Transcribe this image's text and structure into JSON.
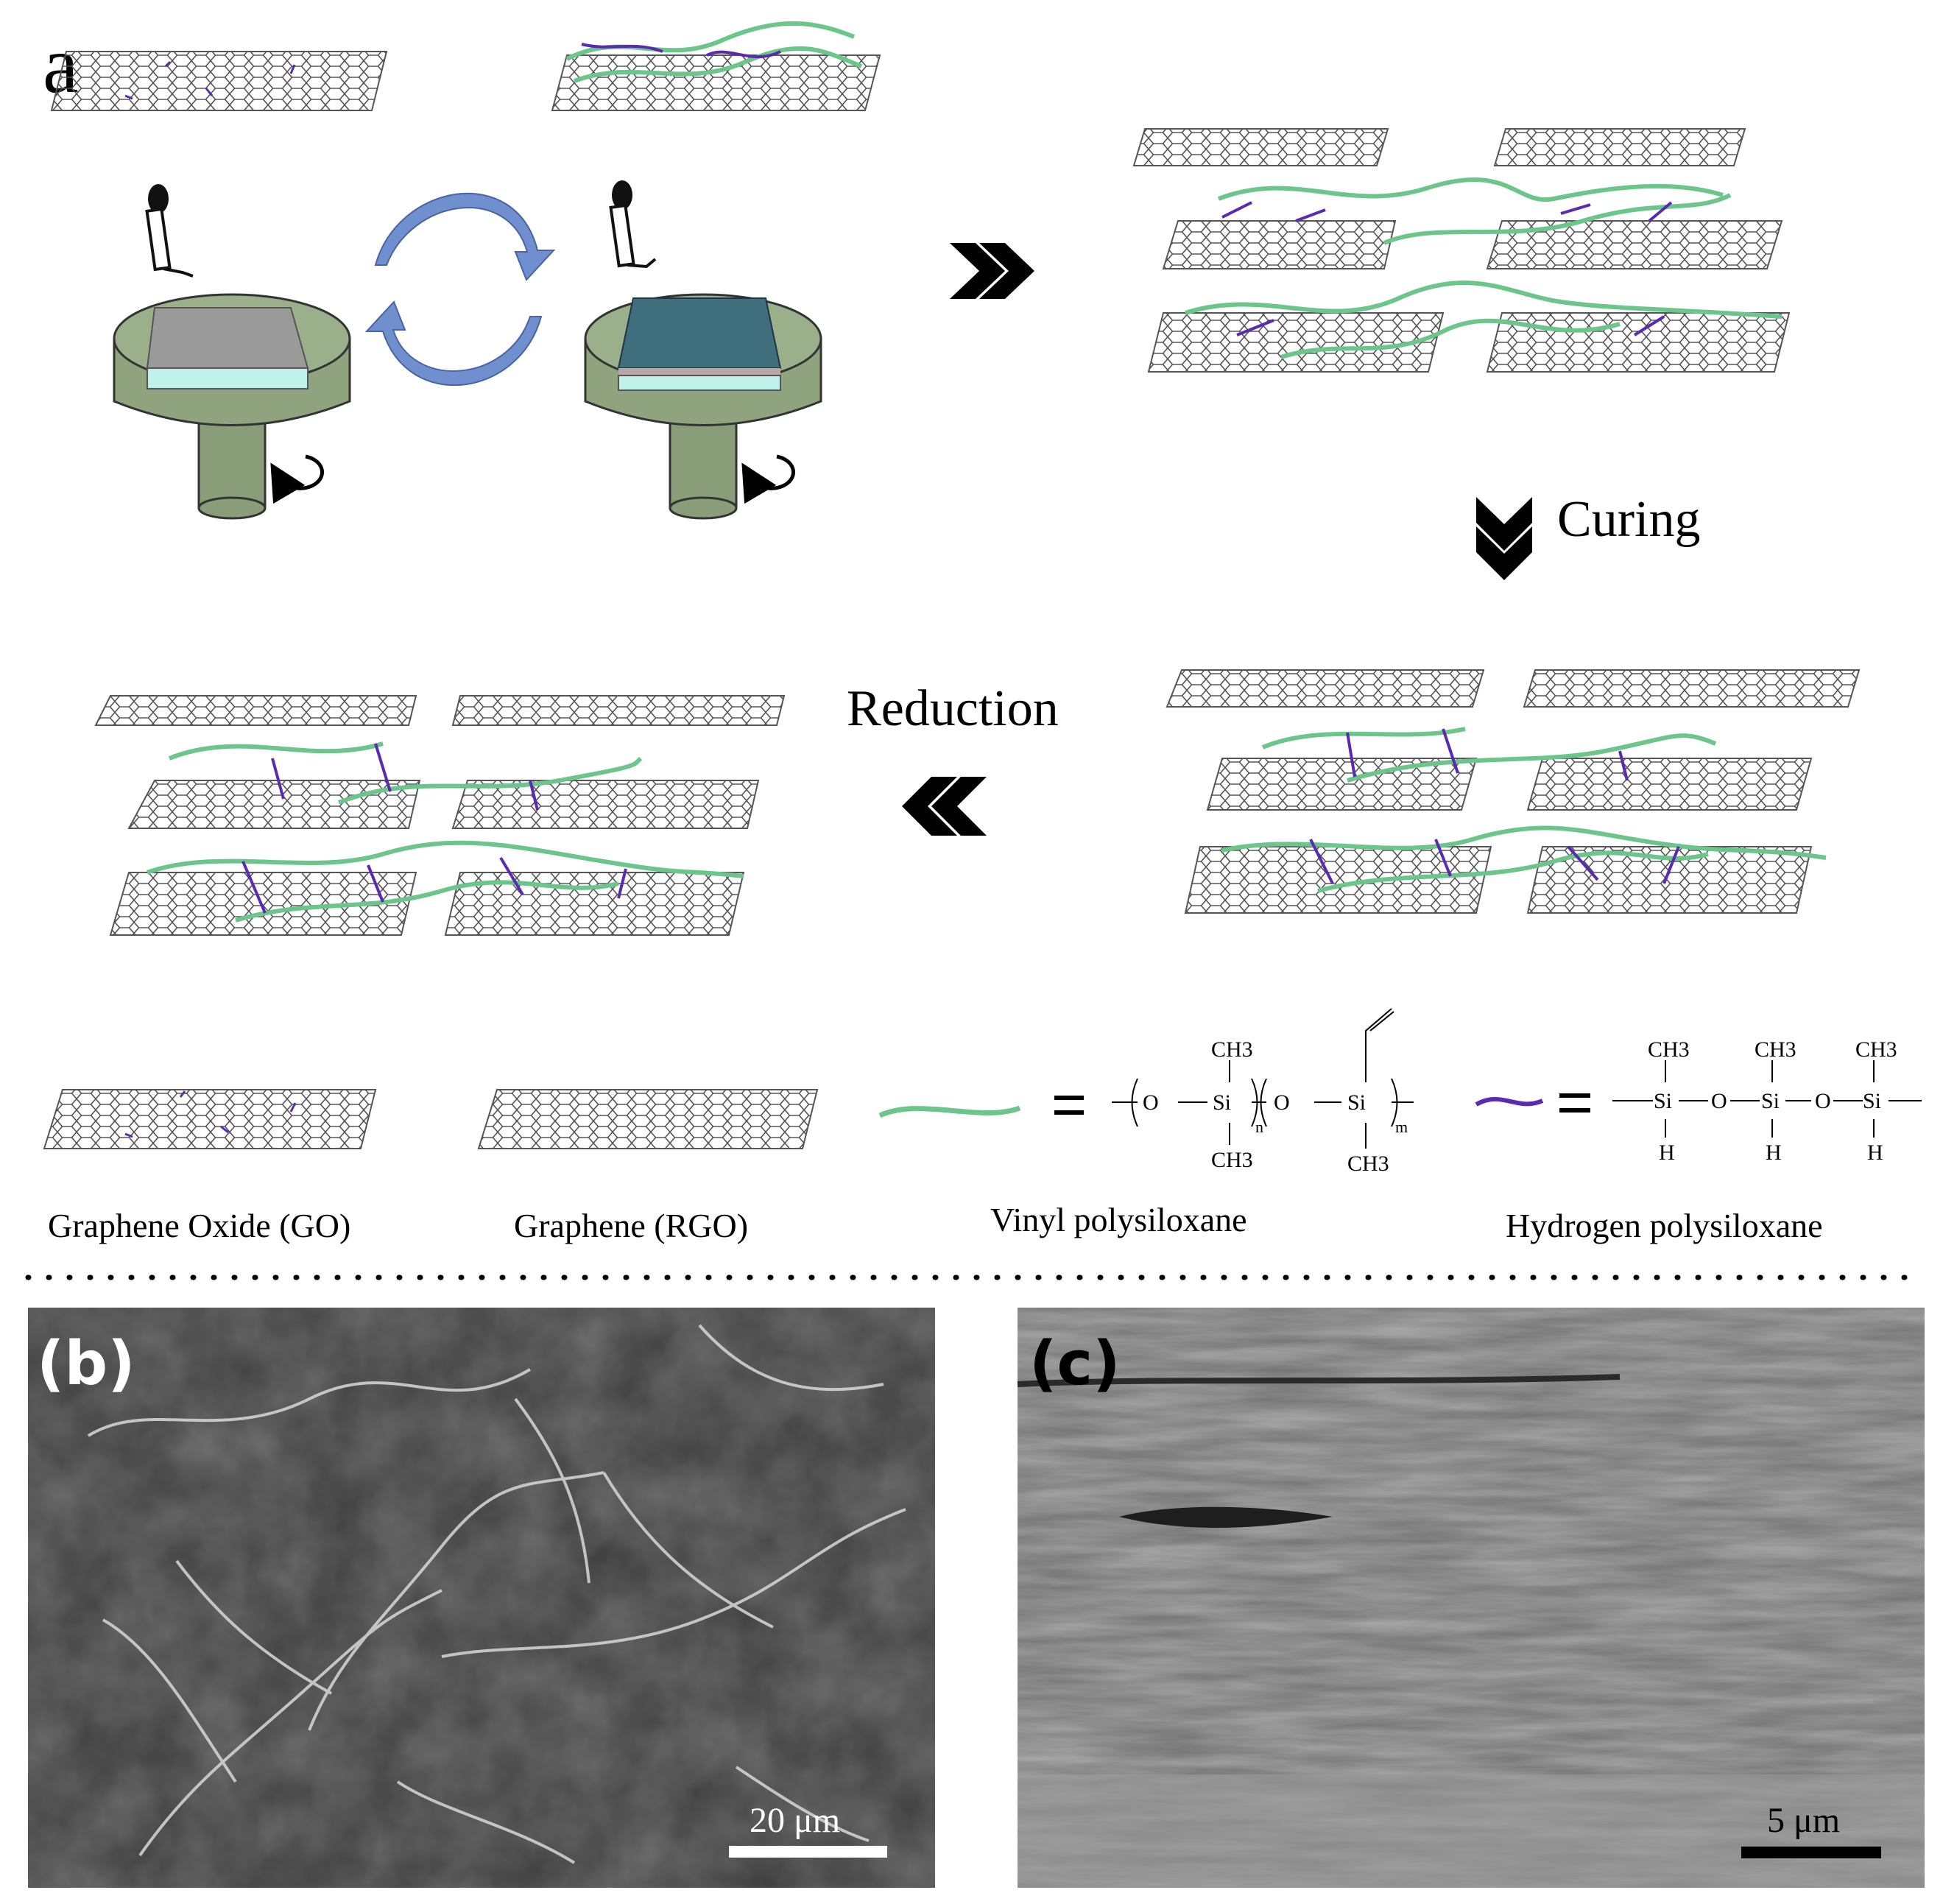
{
  "panel_a": {
    "letter": "a",
    "steps": {
      "curing": "Curing",
      "reduction": "Reduction"
    },
    "legend": {
      "go": "Graphene Oxide (GO)",
      "rgo": "Graphene (RGO)",
      "vinyl": "Vinyl polysiloxane",
      "hydrogen": "Hydrogen polysiloxane"
    },
    "formula_vinyl": {
      "o1": "O",
      "si1": "Si",
      "n": "n",
      "o2": "O",
      "si2": "Si",
      "m": "m",
      "ch3_top": "CH3",
      "ch3_bottom1": "CH3",
      "ch3_bottom2": "CH3"
    },
    "formula_hydrogen": {
      "si": "Si",
      "o": "O",
      "ch3": "CH3",
      "h": "H"
    },
    "colors": {
      "vinyl_chain": "#6cc58a",
      "hydrogen_chain": "#5a2bb0",
      "arrow_cycle": "#6f8fcf",
      "spin_coater": "#889d78",
      "substrate_top_a": "#9a9a9a",
      "substrate_top_b": "#3f6f7c",
      "substrate_glass": "#bff0ea"
    }
  },
  "panel_b": {
    "label": "(b)",
    "scale_bar": "20 μm"
  },
  "panel_c": {
    "label": "(c)",
    "scale_bar": "5 μm"
  }
}
